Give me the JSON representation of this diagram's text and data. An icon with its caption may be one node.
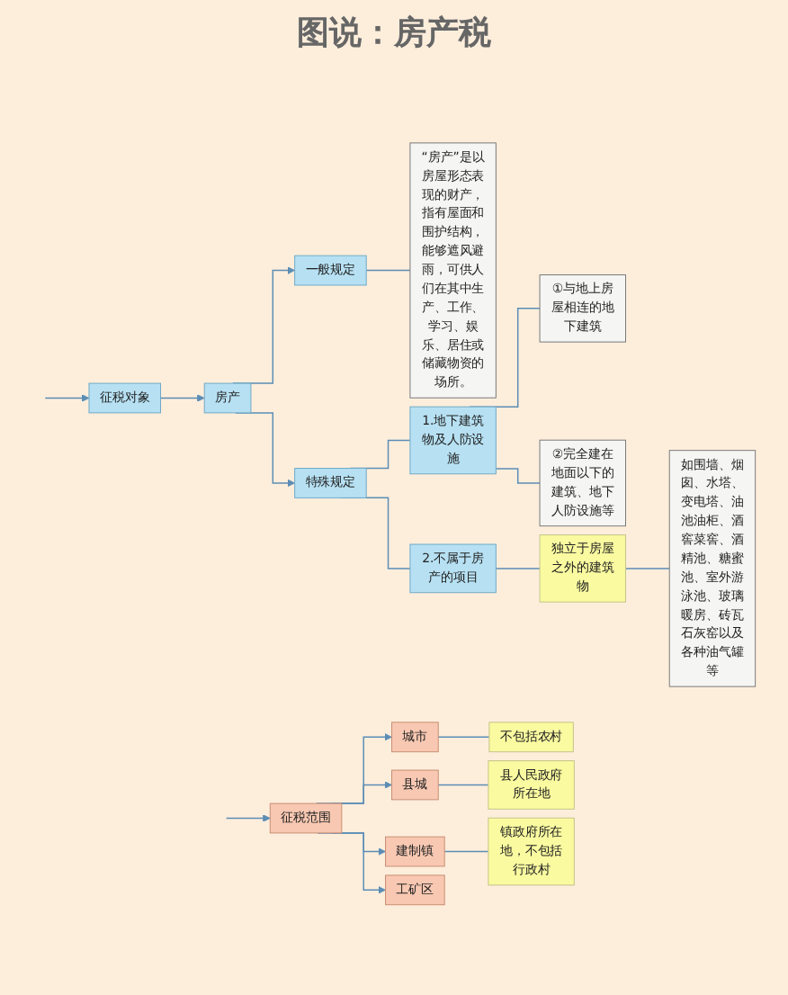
{
  "diagram": {
    "title": "图说：房产税",
    "nodes": [
      {
        "text": [
          "征税对象"
        ]
      },
      {
        "text": [
          "房产"
        ]
      },
      {
        "text": [
          "一般规定"
        ]
      },
      {
        "text": [
          "“房产”是以房屋形态表现的财产，指有屋面和围护结构，能够遮风避雨，可供人们在其中生产、工作、学习、娱乐、居住或储藏物资的场所。"
        ]
      },
      {
        "text": [
          "特殊规定"
        ]
      },
      {
        "text": [
          "1.地下建筑物及人防设施"
        ]
      },
      {
        "text": [
          "①与地上房屋相连的地下建筑"
        ]
      },
      {
        "text": [
          "②完全建在地面以下的建筑、地下人防设施等"
        ]
      },
      {
        "text": [
          "2.不属于房产的项目"
        ]
      },
      {
        "text": [
          "独立于房屋之外的建筑物"
        ]
      },
      {
        "text": [
          "如围墙、烟囱、水塔、变电塔、油池油柜、酒窖菜窖、酒精池、糖蜜池、室外游泳池、玻璃暖房、砖瓦石灰窑以及各种油气罐等"
        ]
      },
      {
        "text": [
          "征税范围"
        ]
      },
      {
        "text": [
          "城市"
        ]
      },
      {
        "text": [
          "不包括农村"
        ]
      },
      {
        "text": [
          "县城"
        ]
      },
      {
        "text": [
          "县人民政府所在地"
        ]
      },
      {
        "text": [
          "建制镇"
        ]
      },
      {
        "text": [
          "镇政府所在地，不包括行政村"
        ]
      },
      {
        "text": [
          "工矿区"
        ]
      }
    ],
    "edges": [
      {
        "from": null,
        "to": 0,
        "arrow": "to"
      },
      {
        "from": 0,
        "to": 1,
        "arrow": "to"
      },
      {
        "from": 1,
        "to": 2,
        "arrow": "to"
      },
      {
        "from": 1,
        "to": 4,
        "arrow": "to"
      },
      {
        "from": 2,
        "to": 3,
        "arrow": "none"
      },
      {
        "from": 4,
        "to": 5,
        "arrow": "none"
      },
      {
        "from": 4,
        "to": 8,
        "arrow": "none"
      },
      {
        "from": 5,
        "to": 6,
        "arrow": "none"
      },
      {
        "from": 5,
        "to": 7,
        "arrow": "none"
      },
      {
        "from": 8,
        "to": 9,
        "arrow": "none"
      },
      {
        "from": 9,
        "to": 10,
        "arrow": "none"
      },
      {
        "from": null,
        "to": 11,
        "arrow": "to"
      },
      {
        "from": 11,
        "to": 12,
        "arrow": "to"
      },
      {
        "from": 11,
        "to": 14,
        "arrow": "to"
      },
      {
        "from": 11,
        "to": 16,
        "arrow": "to"
      },
      {
        "from": 11,
        "to": 18,
        "arrow": "to"
      },
      {
        "from": 12,
        "to": 13,
        "arrow": "none"
      },
      {
        "from": 14,
        "to": 15,
        "arrow": "none"
      },
      {
        "from": 16,
        "to": 17,
        "arrow": "none"
      }
    ]
  }
}
